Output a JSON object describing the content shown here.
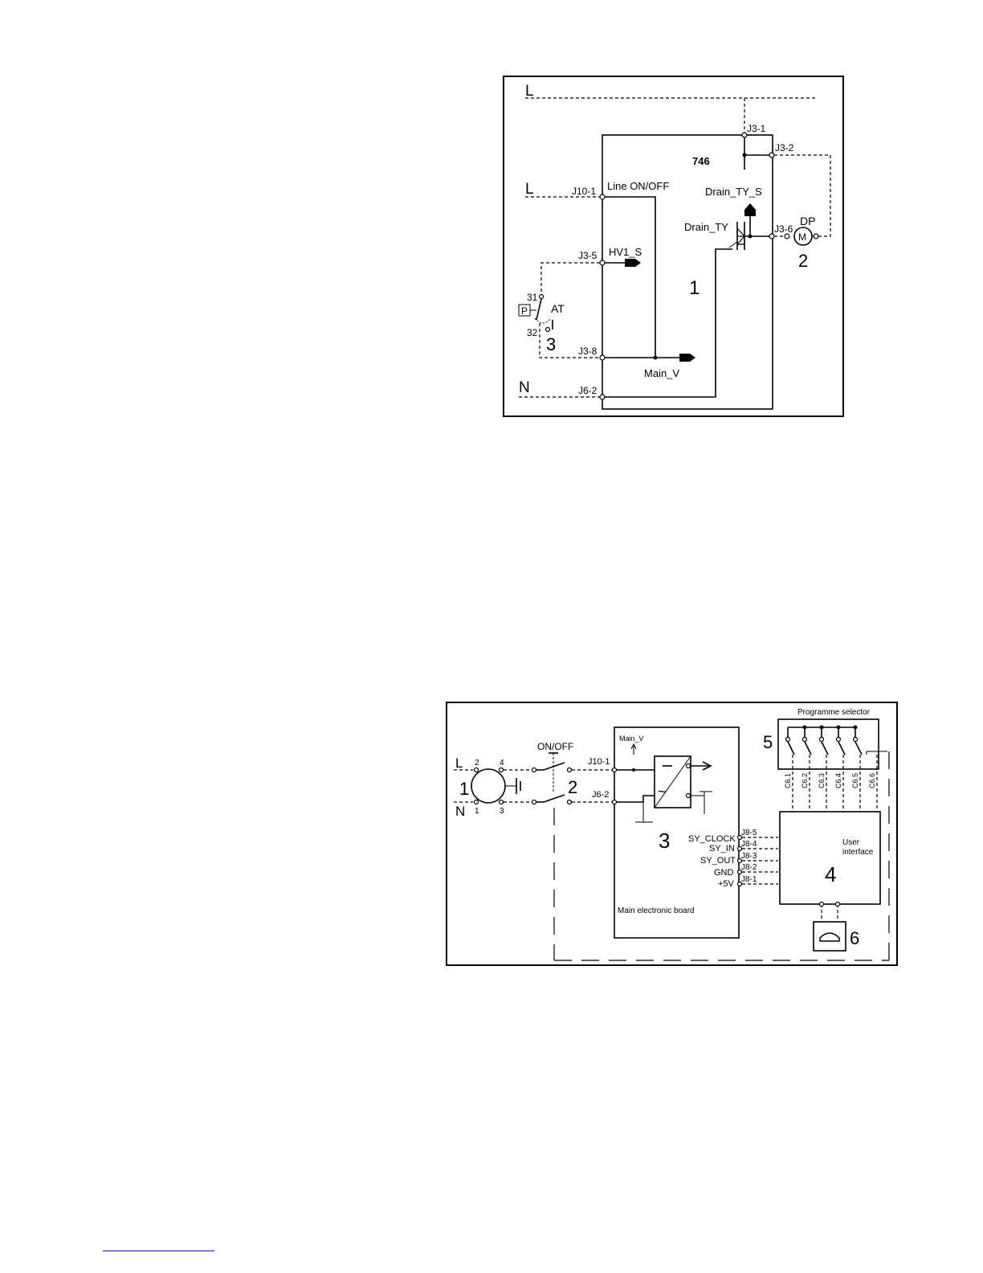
{
  "diagram1": {
    "line_L_top": "L",
    "line_L_mid": "L",
    "line_N": "N",
    "j3_1": "J3-1",
    "j3_2": "J3-2",
    "code": "746",
    "j10_1": "J10-1",
    "line_onoff": "Line ON/OFF",
    "drain_ty_s": "Drain_TY_S",
    "drain_ty": "Drain_TY",
    "j3_6": "J3-6",
    "dp": "DP",
    "motor": "M",
    "num_2": "2",
    "j3_5": "J3-5",
    "hv1_s": "HV1_S",
    "num_1": "1",
    "t31": "31",
    "pressure": "P",
    "at": "AT",
    "t32": "32",
    "num_3": "3",
    "j3_8": "J3-8",
    "main_v": "Main_V",
    "j6_2": "J6-2"
  },
  "diagram2": {
    "line_L": "L",
    "line_N": "N",
    "pin_2": "2",
    "pin_4": "4",
    "pin_1": "1",
    "pin_3": "3",
    "num_1": "1",
    "onoff": "ON/OFF",
    "num_2": "2",
    "j10_1": "J10-1",
    "j6_2": "J6-2",
    "main_v": "Main_V",
    "num_3": "3",
    "board_label": "Main electronic board",
    "sy_clock": "SY_CLOCK",
    "sy_in": "SY_IN",
    "sy_out": "SY_OUT",
    "gnd": "GND",
    "plus5v": "+5V",
    "j8_5": "J8-5",
    "j8_4": "J8-4",
    "j8_3": "J8-3",
    "j8_2": "J8-2",
    "j8_1": "J8-1",
    "prog_selector": "Programme selector",
    "num_5": "5",
    "c6": [
      "C6.1",
      "C6.2",
      "C6.3",
      "C6.4",
      "C6.5",
      "C6.6"
    ],
    "num_4": "4",
    "user_interface_1": "User",
    "user_interface_2": "interface",
    "num_6": "6"
  }
}
